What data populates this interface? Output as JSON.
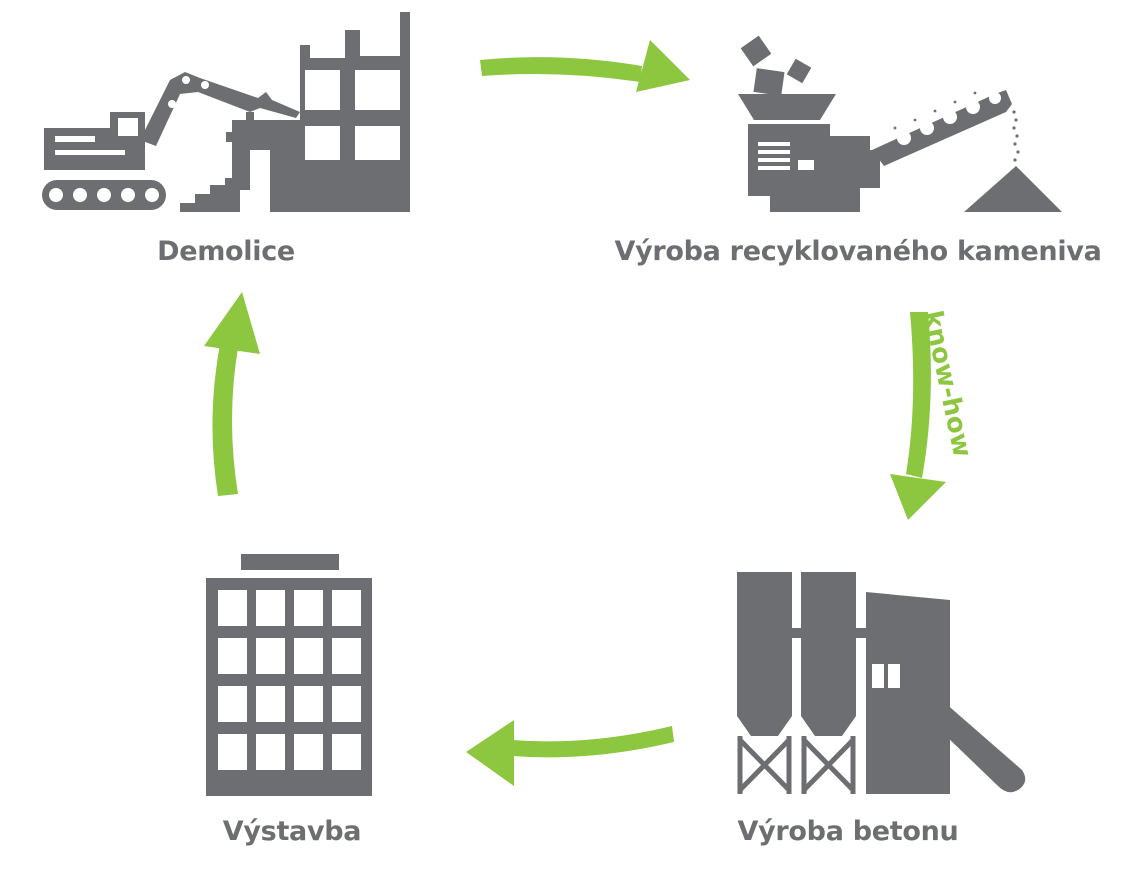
{
  "stages": {
    "demolition": {
      "label": "Demolice",
      "icon": "excavator-demolition-icon"
    },
    "recycled_aggregate": {
      "label": "Výroba recyklovaného kameniva",
      "icon": "crusher-conveyor-icon"
    },
    "concrete_production": {
      "label": "Výroba betonu",
      "icon": "concrete-plant-icon"
    },
    "construction": {
      "label": "Výstavba",
      "icon": "building-icon"
    }
  },
  "flow_note": "know-how",
  "colors": {
    "icon_gray": "#6d6e71",
    "arrow_green": "#8dc63f",
    "text_gray": "#6d6e71"
  }
}
